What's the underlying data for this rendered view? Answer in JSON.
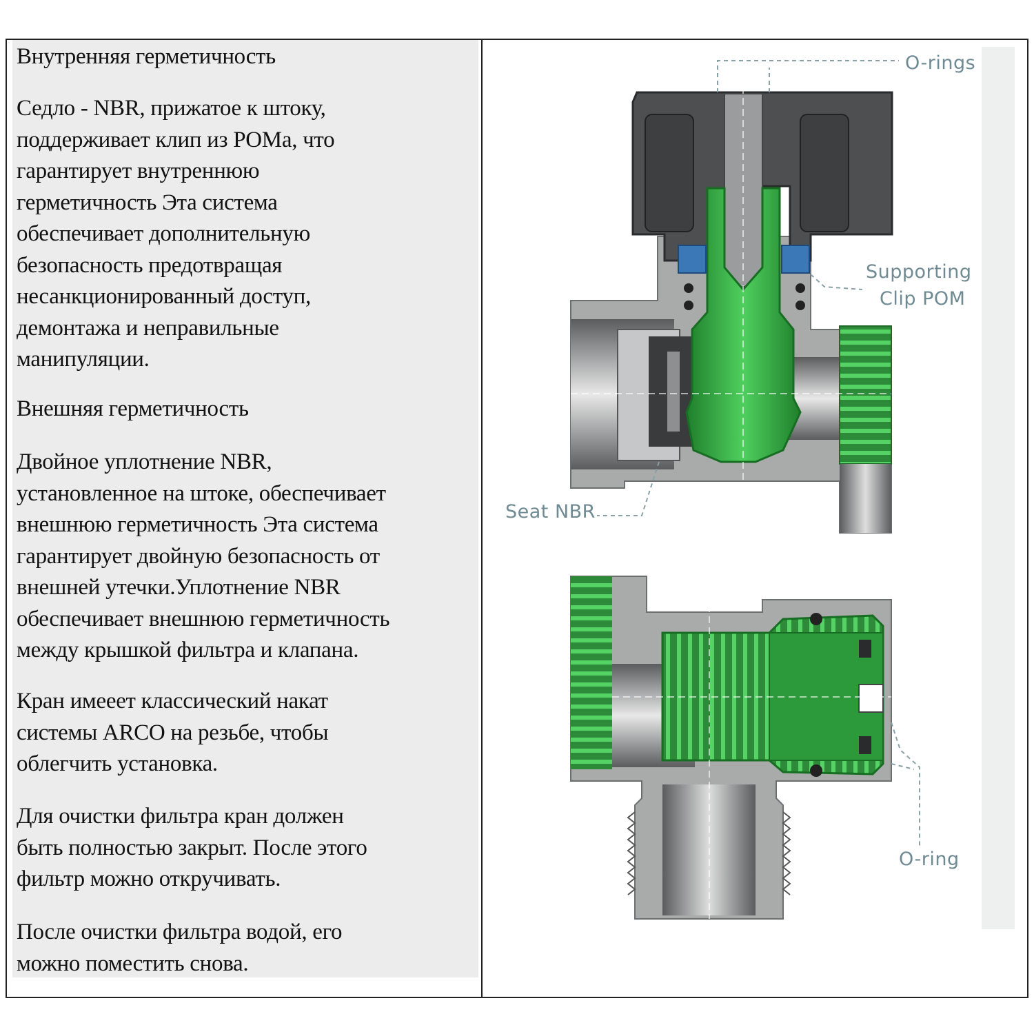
{
  "left_panel": {
    "heading_internal": "Внутренняя герметичность",
    "para_internal": "Седло - NBR, прижатое к штоку,\nподдерживает клип из POMа, что\nгарантирует внутреннюю\nгерметичность Эта система\nобеспечивает дополнительную\nбезопасность предотвращая\nнесанкционированный доступ,\nдемонтажа и неправильные\nманипуляции.",
    "heading_external": "Внешняя герметичность",
    "para_external": "Двойное уплотнение NBR,\nустановленное на штоке, обеспечивает\nвнешнюю герметичность Эта система\nгарантирует двойную безопасность от\nвнешней утечки.Уплотнение NBR\nобеспечивает внешнюю герметичность\nмежду крышкой фильтра и клапана.",
    "para_arco": "Кран имееет классический накат\nсистемы ARCO на резьбе, чтобы\nоблегчить установка.",
    "para_cleaning": "Для очистки фильтра кран должен\nбыть полностью закрыт. После этого\nфильтр можно откручивать.",
    "para_after": "После очистки фильтра водой, его\nможно поместить снова."
  },
  "diagram": {
    "labels": {
      "o_rings": "O-rings",
      "supporting_clip_line1": "Supporting",
      "supporting_clip_line2": "Clip POM",
      "seat_nbr": "Seat NBR",
      "o_ring": "O-ring"
    },
    "colors": {
      "green": "#2e9e3e",
      "green_light": "#45c155",
      "grey_body": "#a9aaaa",
      "grey_dark": "#4b4d4f",
      "blue_seal": "#3a78b8",
      "label": "#6f8a93"
    }
  }
}
